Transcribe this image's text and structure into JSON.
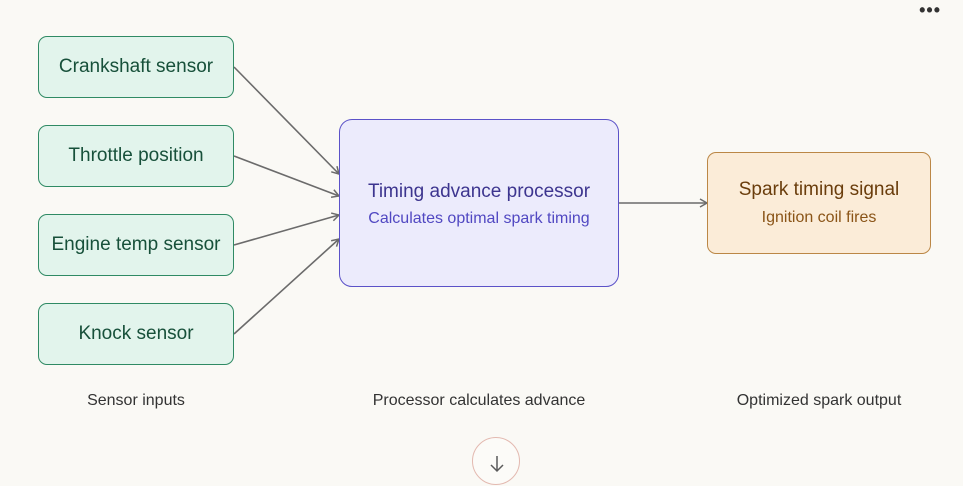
{
  "menu": {
    "more_label": "•••"
  },
  "diagram": {
    "inputs": [
      {
        "label": "Crankshaft sensor"
      },
      {
        "label": "Throttle position"
      },
      {
        "label": "Engine temp sensor"
      },
      {
        "label": "Knock sensor"
      }
    ],
    "processor": {
      "title": "Timing advance processor",
      "subtitle": "Calculates optimal spark timing"
    },
    "output": {
      "title": "Spark timing signal",
      "subtitle": "Ignition coil fires"
    },
    "stage_labels": {
      "inputs": "Sensor inputs",
      "processor": "Processor calculates advance",
      "output": "Optimized spark output"
    }
  },
  "colors": {
    "sensor_fill": "#e2f4ec",
    "sensor_stroke": "#2f8a64",
    "processor_fill": "#ecebfc",
    "processor_stroke": "#5b52c8",
    "output_fill": "#fbecd8",
    "output_stroke": "#bb8746",
    "connector": "#6b6b6b"
  },
  "controls": {
    "scroll_down_icon": "arrow-down-icon"
  }
}
